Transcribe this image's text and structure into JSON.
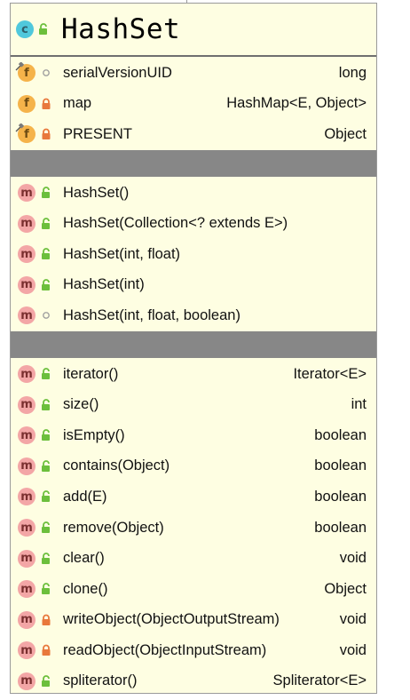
{
  "class": {
    "badge": "c",
    "name": "HashSet"
  },
  "fields": [
    {
      "badge": "f",
      "pinned": true,
      "visibility": "package",
      "name": "serialVersionUID",
      "type": "long"
    },
    {
      "badge": "f",
      "pinned": false,
      "visibility": "private",
      "name": "map",
      "type": "HashMap<E, Object>"
    },
    {
      "badge": "f",
      "pinned": true,
      "visibility": "private",
      "name": "PRESENT",
      "type": "Object"
    }
  ],
  "constructors": [
    {
      "badge": "m",
      "visibility": "public",
      "name": "HashSet()",
      "type": ""
    },
    {
      "badge": "m",
      "visibility": "public",
      "name": "HashSet(Collection<? extends E>)",
      "type": ""
    },
    {
      "badge": "m",
      "visibility": "public",
      "name": "HashSet(int, float)",
      "type": ""
    },
    {
      "badge": "m",
      "visibility": "public",
      "name": "HashSet(int)",
      "type": ""
    },
    {
      "badge": "m",
      "visibility": "package",
      "name": "HashSet(int, float, boolean)",
      "type": ""
    }
  ],
  "methods": [
    {
      "badge": "m",
      "visibility": "public",
      "name": "iterator()",
      "type": "Iterator<E>"
    },
    {
      "badge": "m",
      "visibility": "public",
      "name": "size()",
      "type": "int"
    },
    {
      "badge": "m",
      "visibility": "public",
      "name": "isEmpty()",
      "type": "boolean"
    },
    {
      "badge": "m",
      "visibility": "public",
      "name": "contains(Object)",
      "type": "boolean"
    },
    {
      "badge": "m",
      "visibility": "public",
      "name": "add(E)",
      "type": "boolean"
    },
    {
      "badge": "m",
      "visibility": "public",
      "name": "remove(Object)",
      "type": "boolean"
    },
    {
      "badge": "m",
      "visibility": "public",
      "name": "clear()",
      "type": "void"
    },
    {
      "badge": "m",
      "visibility": "public",
      "name": "clone()",
      "type": "Object"
    },
    {
      "badge": "m",
      "visibility": "private",
      "name": "writeObject(ObjectOutputStream)",
      "type": "void"
    },
    {
      "badge": "m",
      "visibility": "private",
      "name": "readObject(ObjectInputStream)",
      "type": "void"
    },
    {
      "badge": "m",
      "visibility": "public",
      "name": "spliterator()",
      "type": "Spliterator<E>"
    }
  ],
  "colors": {
    "box_background": "#fefee2",
    "separator": "#878787",
    "class_badge": "#50c8dc",
    "field_badge": "#f5b34a",
    "method_badge": "#f3a6a6",
    "public_lock": "#6cbf3c",
    "private_lock": "#e8783c",
    "package_dot": "#a0a0a0"
  }
}
